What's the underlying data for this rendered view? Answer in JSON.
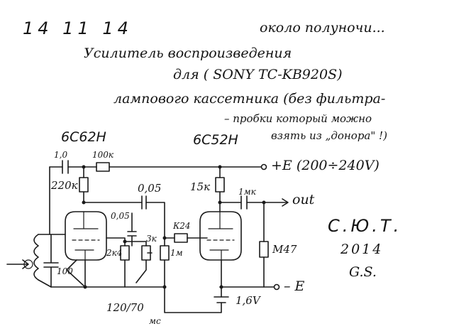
{
  "header": {
    "date": "14  11  14",
    "note": "около полуночи..."
  },
  "title": {
    "line1": "Усилитель воспроизведения",
    "line2": "для  ( SONY TC-KB920S)",
    "line3": "лампового кассетника (без фильтра-",
    "line4": "– пробки который можно",
    "line5": "взять из „донора\" !)"
  },
  "tubes": {
    "left": "6С62Н",
    "right": "6С52Н"
  },
  "components": {
    "c_input": "1,0",
    "r_supply": "100к",
    "r_anode_left": "220к",
    "c_couple": "0,05",
    "c_side": "0,05",
    "r_grid_series": "К24",
    "r_anode_right": "15к",
    "c_out": "1мк",
    "r_cathode_left": "2к4",
    "r_pot": "3к",
    "r_grid_leak": "1м",
    "r_load": "М47",
    "c_input_shunt": "100",
    "c_cathode_bias": "120/70",
    "c_cathode_bias_unit": "мс",
    "battery": "1,6V"
  },
  "labels": {
    "plus_e": "+E (200÷240V)",
    "out": "out",
    "minus_e": "– E"
  },
  "signature": {
    "initials": "С.Ю.Т.",
    "year": "2014",
    "mark": "G.S."
  }
}
